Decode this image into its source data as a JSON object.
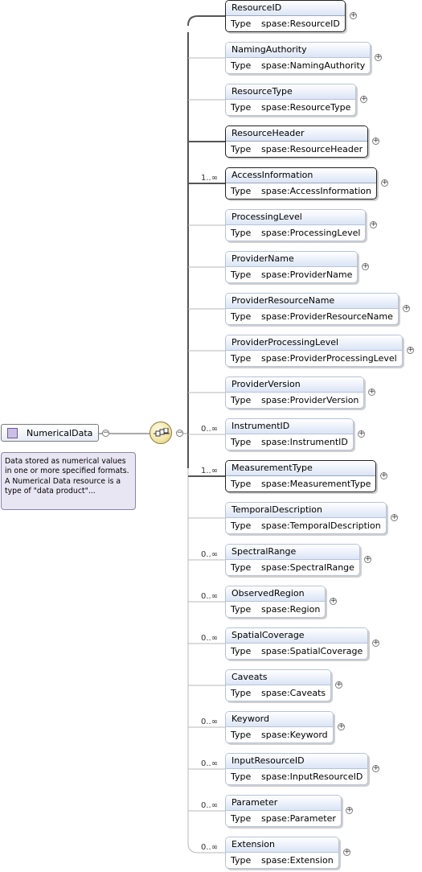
{
  "root": {
    "name": "NumericalData",
    "doc": "Data stored as numerical values in one or more specified formats. A Numerical Data resource is a type of \"data product\"..."
  },
  "type_label": "Type",
  "elements": [
    {
      "name": "ResourceID",
      "type": "spase:ResourceID",
      "required": true,
      "card": ""
    },
    {
      "name": "NamingAuthority",
      "type": "spase:NamingAuthority",
      "required": false,
      "card": ""
    },
    {
      "name": "ResourceType",
      "type": "spase:ResourceType",
      "required": false,
      "card": ""
    },
    {
      "name": "ResourceHeader",
      "type": "spase:ResourceHeader",
      "required": true,
      "card": ""
    },
    {
      "name": "AccessInformation",
      "type": "spase:AccessInformation",
      "required": true,
      "card": "1..∞"
    },
    {
      "name": "ProcessingLevel",
      "type": "spase:ProcessingLevel",
      "required": false,
      "card": ""
    },
    {
      "name": "ProviderName",
      "type": "spase:ProviderName",
      "required": false,
      "card": ""
    },
    {
      "name": "ProviderResourceName",
      "type": "spase:ProviderResourceName",
      "required": false,
      "card": ""
    },
    {
      "name": "ProviderProcessingLevel",
      "type": "spase:ProviderProcessingLevel",
      "required": false,
      "card": ""
    },
    {
      "name": "ProviderVersion",
      "type": "spase:ProviderVersion",
      "required": false,
      "card": ""
    },
    {
      "name": "InstrumentID",
      "type": "spase:InstrumentID",
      "required": false,
      "card": "0..∞"
    },
    {
      "name": "MeasurementType",
      "type": "spase:MeasurementType",
      "required": true,
      "card": "1..∞"
    },
    {
      "name": "TemporalDescription",
      "type": "spase:TemporalDescription",
      "required": false,
      "card": ""
    },
    {
      "name": "SpectralRange",
      "type": "spase:SpectralRange",
      "required": false,
      "card": "0..∞"
    },
    {
      "name": "ObservedRegion",
      "type": "spase:Region",
      "required": false,
      "card": "0..∞"
    },
    {
      "name": "SpatialCoverage",
      "type": "spase:SpatialCoverage",
      "required": false,
      "card": "0..∞"
    },
    {
      "name": "Caveats",
      "type": "spase:Caveats",
      "required": false,
      "card": ""
    },
    {
      "name": "Keyword",
      "type": "spase:Keyword",
      "required": false,
      "card": "0..∞"
    },
    {
      "name": "InputResourceID",
      "type": "spase:InputResourceID",
      "required": false,
      "card": "0..∞"
    },
    {
      "name": "Parameter",
      "type": "spase:Parameter",
      "required": false,
      "card": "0..∞"
    },
    {
      "name": "Extension",
      "type": "spase:Extension",
      "required": false,
      "card": "0..∞"
    }
  ]
}
